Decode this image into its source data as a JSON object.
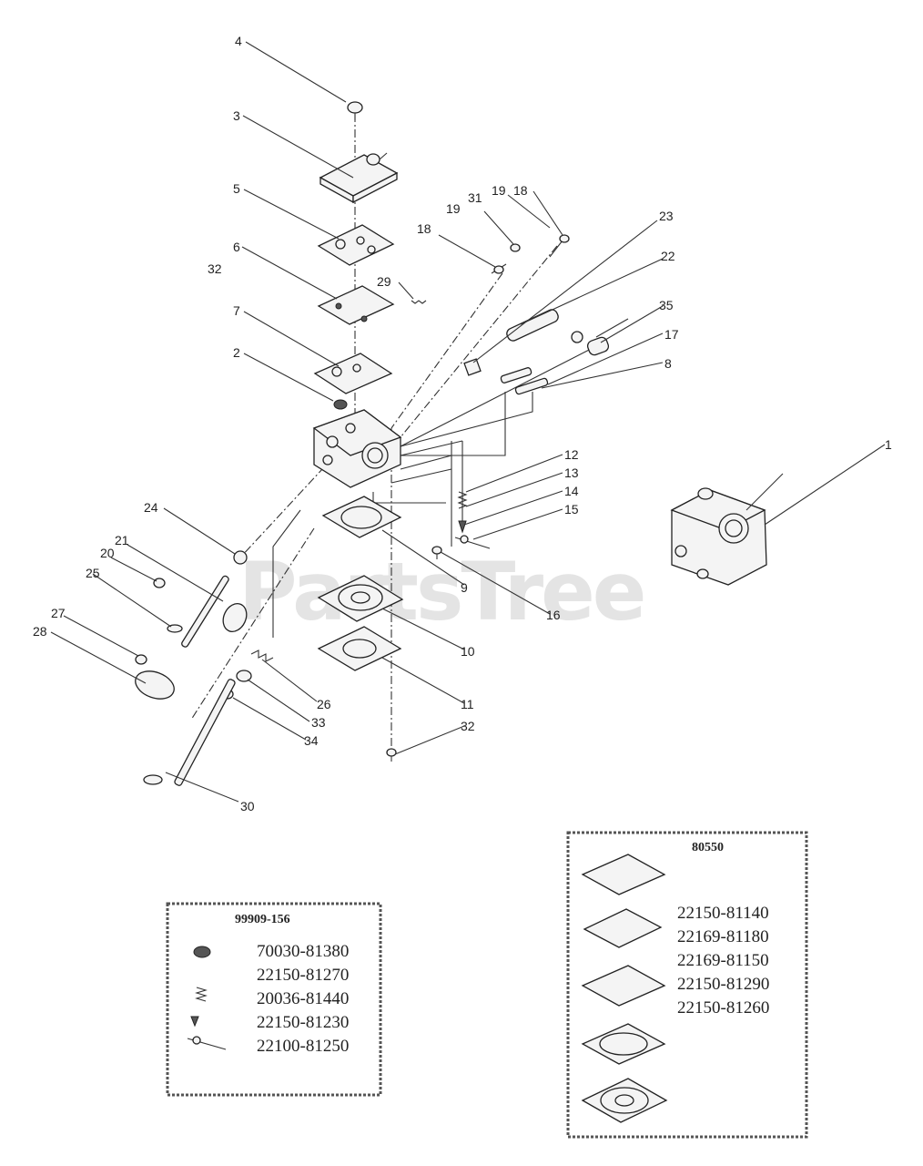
{
  "watermark": "PartsTree",
  "callouts": [
    "1",
    "2",
    "3",
    "4",
    "5",
    "6",
    "7",
    "8",
    "9",
    "10",
    "11",
    "12",
    "13",
    "14",
    "15",
    "16",
    "17",
    "18",
    "18",
    "19",
    "19",
    "20",
    "21",
    "22",
    "23",
    "24",
    "25",
    "26",
    "27",
    "28",
    "29",
    "30",
    "31",
    "32",
    "32",
    "33",
    "34",
    "35"
  ],
  "kits": [
    {
      "title": "99909-156",
      "parts": [
        "70030-81380",
        "22150-81270",
        "20036-81440",
        "22150-81230",
        "22100-81250"
      ]
    },
    {
      "title": "80550",
      "parts": [
        "22150-81140",
        "22169-81180",
        "22169-81150",
        "22150-81290",
        "22150-81260"
      ]
    }
  ]
}
